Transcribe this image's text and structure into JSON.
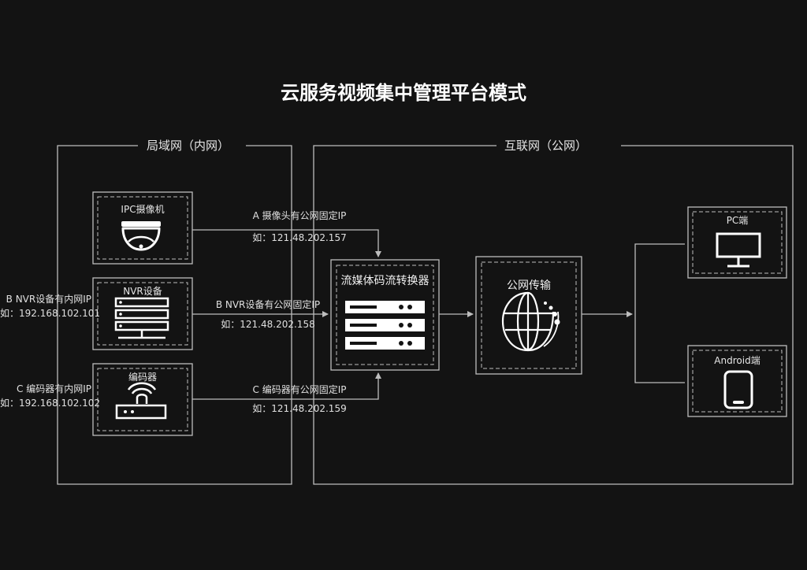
{
  "title": "云服务视频集中管理平台模式",
  "zones": {
    "lan": "局域网（内网）",
    "internet": "互联网（公网）"
  },
  "devices": {
    "ipc": "IPC摄像机",
    "nvr": "NVR设备",
    "encoder": "编码器",
    "converter": "流媒体码流转换器",
    "transmission": "公网传输",
    "pc": "PC端",
    "android": "Android端"
  },
  "links": {
    "ipc_line1": "A 摄像头有公网固定IP",
    "ipc_line2": "如：121.48.202.157",
    "nvr_line1": "B NVR设备有公网固定IP",
    "nvr_line2": "如：121.48.202.158",
    "enc_line1": "C 编码器有公网固定IP",
    "enc_line2": "如：121.48.202.159"
  },
  "side_notes": {
    "nvr_line1": "B NVR设备有内网IP",
    "nvr_line2": "如：192.168.102.101",
    "enc_line1": "C 编码器有内网IP",
    "enc_line2": "如：192.168.102.102"
  },
  "colors": {
    "background": "#131313",
    "line": "#bdbdbd",
    "icon": "#ffffff"
  }
}
